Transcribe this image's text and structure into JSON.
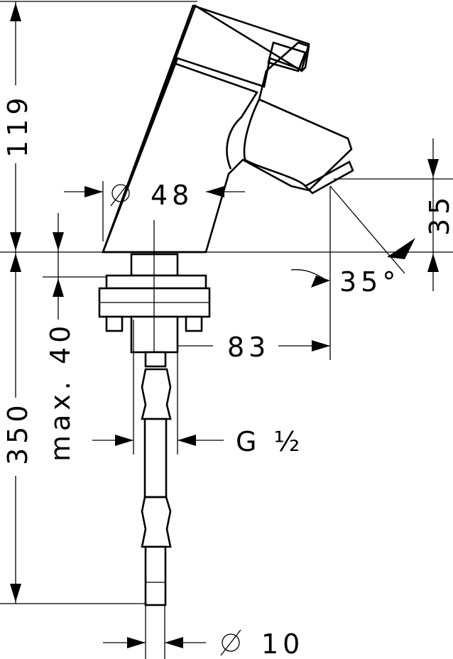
{
  "drawing": {
    "dimensions": {
      "height_upper": "119",
      "body_diameter": "48",
      "spout_height": "35",
      "spout_angle": "35°",
      "spout_reach": "83",
      "max_thickness": "max. 40",
      "height_lower": "350",
      "thread": "G ½",
      "pipe_diameter": "10"
    },
    "diameter_symbol": "∅"
  }
}
